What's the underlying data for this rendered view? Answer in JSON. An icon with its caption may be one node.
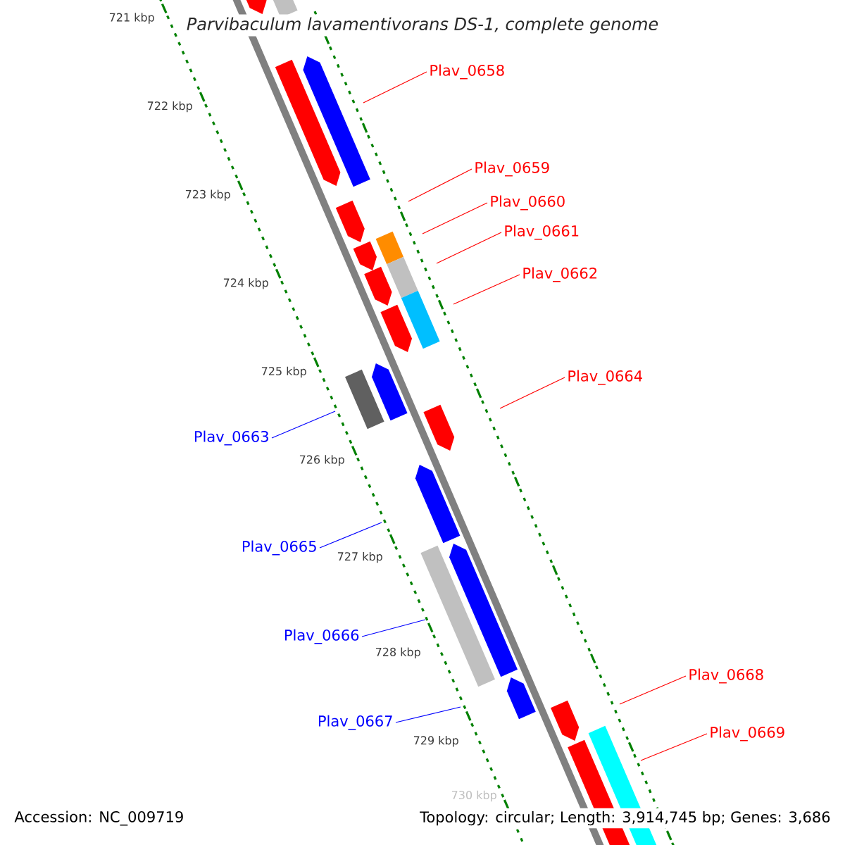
{
  "diagram": {
    "title": "Parvibaculum lavamentivorans DS-1, complete genome",
    "nodes": [
      {
        "text": [
          "Plav_0658"
        ]
      },
      {
        "text": [
          "Plav_0659"
        ]
      },
      {
        "text": [
          "Plav_0660"
        ]
      },
      {
        "text": [
          "Plav_0661"
        ]
      },
      {
        "text": [
          "Plav_0662"
        ]
      },
      {
        "text": [
          "Plav_0664"
        ]
      },
      {
        "text": [
          "Plav_0663"
        ]
      },
      {
        "text": [
          "Plav_0665"
        ]
      },
      {
        "text": [
          "Plav_0666"
        ]
      },
      {
        "text": [
          "Plav_0668"
        ]
      },
      {
        "text": [
          "Plav_0669"
        ]
      },
      {
        "text": [
          "Plav_0667"
        ]
      }
    ],
    "edges": [
      {
        "from": 0,
        "to": null,
        "arrow": "none"
      },
      {
        "from": 1,
        "to": null,
        "arrow": "none"
      },
      {
        "from": 2,
        "to": null,
        "arrow": "none"
      },
      {
        "from": 3,
        "to": null,
        "arrow": "none"
      },
      {
        "from": 4,
        "to": null,
        "arrow": "none"
      },
      {
        "from": 5,
        "to": null,
        "arrow": "none"
      },
      {
        "from": 6,
        "to": null,
        "arrow": "none",
        "color": "#0000ff"
      },
      {
        "from": 7,
        "to": null,
        "arrow": "none",
        "color": "#0000ff"
      },
      {
        "from": 8,
        "to": null,
        "arrow": "none",
        "color": "#0000ff"
      },
      {
        "from": 9,
        "to": null,
        "arrow": "none"
      },
      {
        "from": 10,
        "to": null,
        "arrow": "none"
      },
      {
        "from": 11,
        "to": null,
        "arrow": "none",
        "color": "#0000ff"
      }
    ],
    "labels": [
      "721 kbp",
      "722 kbp",
      "723 kbp",
      "724 kbp",
      "725 kbp",
      "726 kbp",
      "727 kbp",
      "728 kbp",
      "729 kbp",
      "730 kbp",
      "Accession: NC_009719",
      "Topology: circular; Length: 3,914,745 bp; Genes: 3,686"
    ]
  }
}
